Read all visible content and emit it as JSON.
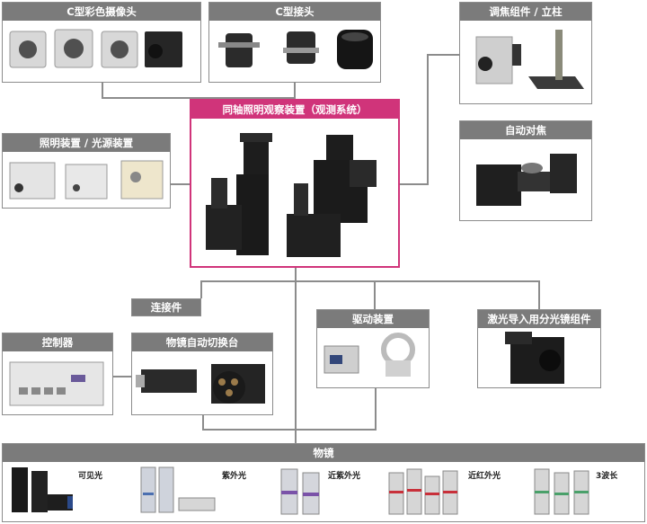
{
  "center": {
    "title": "同轴照明观察装置（观测系统）"
  },
  "boxes": {
    "color_camera": "C型彩色摄像头",
    "c_mount": "C型接头",
    "focus_stand": "调焦组件 / 立柱",
    "illumination": "照明装置 / 光源装置",
    "autofocus": "自动对焦",
    "connector": "连接件",
    "controller": "控制器",
    "revolver": "物镜自动切换台",
    "drive": "驱动装置",
    "laser_splitter": "激光导入用分光镜组件",
    "objective": "物镜"
  },
  "objective_types": {
    "visible": "可见光",
    "uv": "紫外光",
    "near_uv": "近紫外光",
    "near_ir": "近红外光",
    "three_wave": "3波长"
  },
  "colors": {
    "accent": "#d0347a",
    "header": "#7b7b7b",
    "line": "#8c8c8c"
  }
}
